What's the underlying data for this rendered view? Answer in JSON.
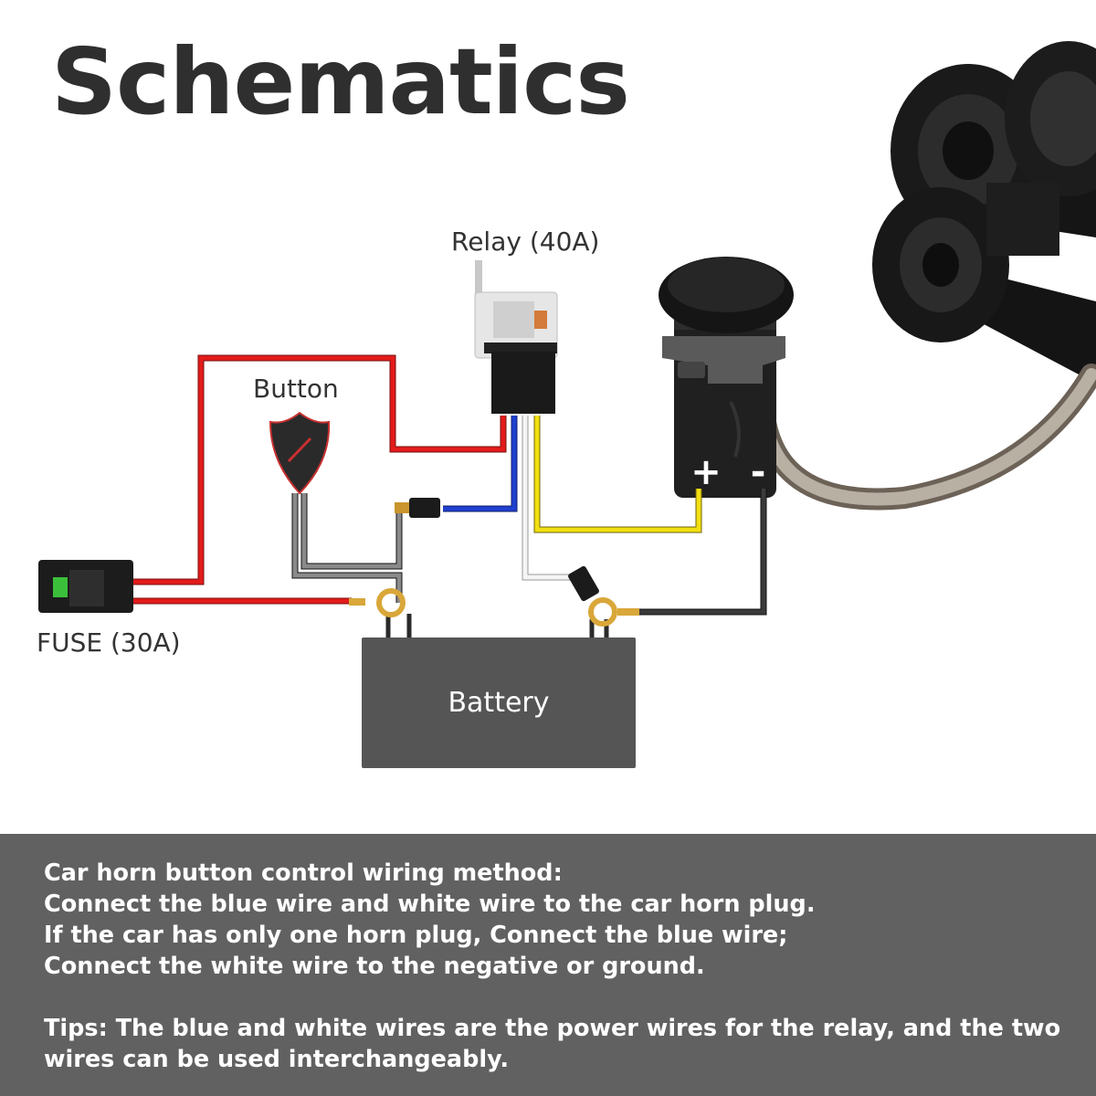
{
  "title": "Schematics",
  "labels": {
    "relay": "Relay (40A)",
    "button": "Button",
    "fuse": "FUSE (30A)",
    "battery": "Battery",
    "plus": "+",
    "minus": "-"
  },
  "wire_colors": {
    "red": "#e21b1b",
    "blue": "#1f3fcf",
    "yellow": "#f2df12",
    "white": "#f4f4f4",
    "black": "#2a2a2a"
  },
  "instructions": {
    "lines": [
      "Car horn button control wiring method:",
      "Connect the blue wire and white wire to the car horn plug.",
      "If the car has only one horn plug, Connect the blue wire;",
      "Connect the white wire to the negative or ground."
    ],
    "tips_line1": "Tips: The blue and white wires are the power wires for the relay, and the two",
    "tips_line2": "wires can be used interchangeably."
  }
}
